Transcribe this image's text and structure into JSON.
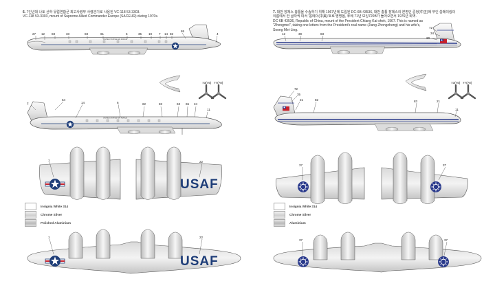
{
  "left": {
    "caption_number": "6.",
    "caption_korean": "7인년대 나토 산하 유럽연합군 최고사령부 사령관기로 사용된 VC-118 53-3303.",
    "caption_english": "VC-118 53-3303, mount of Supreme Allied Commander Europe (SACEUR) during 1970s.",
    "side_callouts": [
      "27",
      "12",
      "83",
      "33",
      "83",
      "61",
      "5",
      "35",
      "19",
      "7",
      "14",
      "82",
      "65",
      "4"
    ],
    "side_text": "UNITED STATES AIR FORCE",
    "side2_callouts": [
      "2",
      "64",
      "14",
      "6",
      "62",
      "82",
      "63",
      "65",
      "24",
      "11"
    ],
    "side2_text": "UNITED STATES AIR FORCE",
    "prop_labels": [
      "73(75)",
      "77(78)"
    ],
    "wing_callouts": [
      "1",
      "22"
    ],
    "wing_text": "USAF",
    "wing2_callouts": [
      "1",
      "22"
    ],
    "wing2_text": "USAF",
    "legend": [
      "Insignia White 314",
      "Chrome Silver",
      "Polished Aluminium"
    ]
  },
  "right": {
    "caption_number": "7.",
    "caption_korean": "대만 장제스 총통을 수송하기 위해 1967년에 도입된 DC-6B 43536, 대만 총통 장제스의 본명인 중정(中正)에 부인 쑹메이링의",
    "caption_korean2": "이름에서 한 글자씩 따서 '쫑메이(中美)'호로 명명됨, 후에 71년 보잉720B가 들어오면서 1976년 퇴역.",
    "caption_english": "DC-6B 43536, Republic of China, mount of the President Chiang Kai-shek, 1967. This is named as",
    "caption_english2": "\"Zhongmei\", taking one letters from the President's real name (Jiang Zhongzheng) and his wife's,",
    "caption_english3": "Soong Mei-Ling.",
    "side_callouts": [
      "12",
      "39",
      "83",
      "72",
      "34",
      "20"
    ],
    "side2_callouts": [
      "72",
      "35",
      "21",
      "82",
      "83",
      "21",
      "11"
    ],
    "prop_labels": [
      "73(75)",
      "77(78)"
    ],
    "wing_callouts": [
      "37",
      "37"
    ],
    "wing2_callouts": [
      "37",
      "37"
    ],
    "legend": [
      "Insignia White 314",
      "Chrome Silver",
      "Aluminium"
    ]
  },
  "colors": {
    "usaf_blue": "#1e3d78",
    "roc_blue": "#2a3a8c",
    "roc_red": "#c8202a",
    "line": "#333333"
  }
}
